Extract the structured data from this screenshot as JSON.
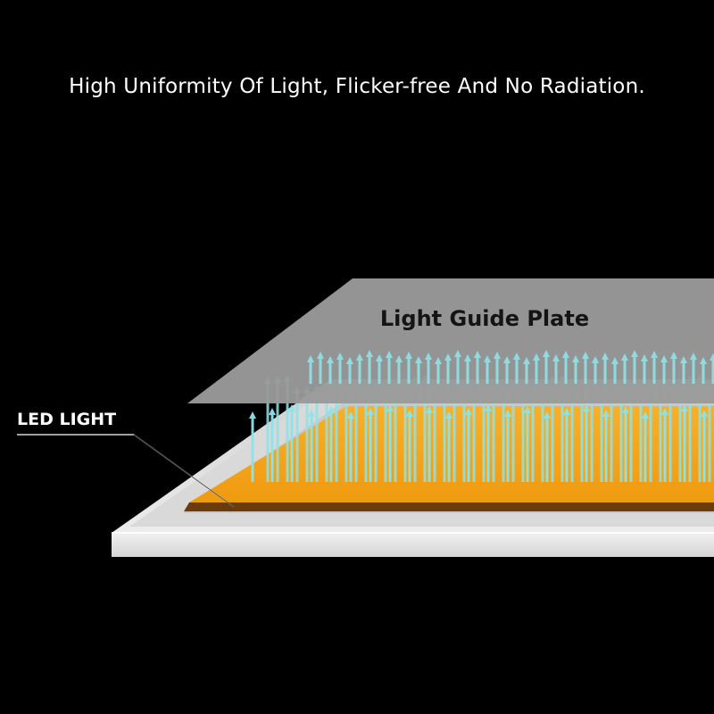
{
  "headline": "High Uniformity Of Light, Flicker-free And No Radiation.",
  "labels": {
    "light_guide_plate": "Light Guide Plate",
    "led_light": "LED LIGHT"
  },
  "colors": {
    "background": "#000000",
    "guide_plate": "#9a9a9a",
    "frame": "#e6e6e6",
    "led_panel": "#f5a31a",
    "led_base": "#6b3b10",
    "light_arrows": "#8fe3e8"
  },
  "icons": {
    "light_arrow": "arrow-up-icon"
  }
}
